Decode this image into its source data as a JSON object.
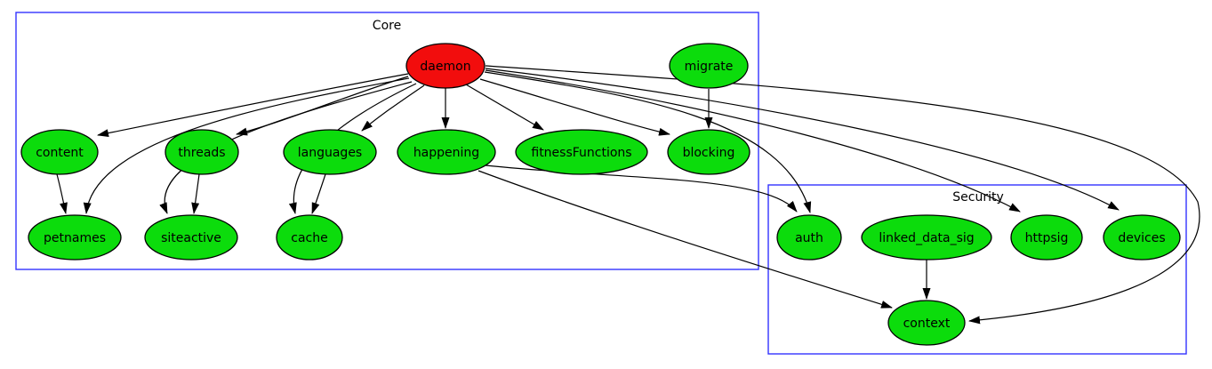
{
  "diagram": {
    "type": "dependency-graph",
    "clusters": [
      {
        "id": "core",
        "label": "Core"
      },
      {
        "id": "security",
        "label": "Security"
      }
    ],
    "nodes": [
      {
        "id": "daemon",
        "label": "daemon",
        "cluster": "Core",
        "fill": "#f20d0d"
      },
      {
        "id": "migrate",
        "label": "migrate",
        "cluster": "Core",
        "fill": "#0cdc0c"
      },
      {
        "id": "content",
        "label": "content",
        "cluster": "Core",
        "fill": "#0cdc0c"
      },
      {
        "id": "threads",
        "label": "threads",
        "cluster": "Core",
        "fill": "#0cdc0c"
      },
      {
        "id": "languages",
        "label": "languages",
        "cluster": "Core",
        "fill": "#0cdc0c"
      },
      {
        "id": "happening",
        "label": "happening",
        "cluster": "Core",
        "fill": "#0cdc0c"
      },
      {
        "id": "fitnessFunctions",
        "label": "fitnessFunctions",
        "cluster": "Core",
        "fill": "#0cdc0c"
      },
      {
        "id": "blocking",
        "label": "blocking",
        "cluster": "Core",
        "fill": "#0cdc0c"
      },
      {
        "id": "petnames",
        "label": "petnames",
        "cluster": "Core",
        "fill": "#0cdc0c"
      },
      {
        "id": "siteactive",
        "label": "siteactive",
        "cluster": "Core",
        "fill": "#0cdc0c"
      },
      {
        "id": "cache",
        "label": "cache",
        "cluster": "Core",
        "fill": "#0cdc0c"
      },
      {
        "id": "auth",
        "label": "auth",
        "cluster": "Security",
        "fill": "#0cdc0c"
      },
      {
        "id": "linked_data_sig",
        "label": "linked_data_sig",
        "cluster": "Security",
        "fill": "#0cdc0c"
      },
      {
        "id": "httpsig",
        "label": "httpsig",
        "cluster": "Security",
        "fill": "#0cdc0c"
      },
      {
        "id": "devices",
        "label": "devices",
        "cluster": "Security",
        "fill": "#0cdc0c"
      },
      {
        "id": "context",
        "label": "context",
        "cluster": "Security",
        "fill": "#0cdc0c"
      }
    ],
    "edges": [
      {
        "from": "daemon",
        "to": "content"
      },
      {
        "from": "daemon",
        "to": "threads"
      },
      {
        "from": "daemon",
        "to": "languages"
      },
      {
        "from": "daemon",
        "to": "happening"
      },
      {
        "from": "daemon",
        "to": "fitnessFunctions"
      },
      {
        "from": "daemon",
        "to": "blocking"
      },
      {
        "from": "daemon",
        "to": "petnames"
      },
      {
        "from": "daemon",
        "to": "siteactive"
      },
      {
        "from": "daemon",
        "to": "cache"
      },
      {
        "from": "daemon",
        "to": "auth"
      },
      {
        "from": "daemon",
        "to": "httpsig"
      },
      {
        "from": "daemon",
        "to": "devices"
      },
      {
        "from": "daemon",
        "to": "context"
      },
      {
        "from": "migrate",
        "to": "blocking"
      },
      {
        "from": "content",
        "to": "petnames"
      },
      {
        "from": "threads",
        "to": "siteactive"
      },
      {
        "from": "languages",
        "to": "cache"
      },
      {
        "from": "happening",
        "to": "auth"
      },
      {
        "from": "happening",
        "to": "context"
      },
      {
        "from": "linked_data_sig",
        "to": "context"
      }
    ]
  },
  "colors": {
    "node_green": "#0cdc0c",
    "node_red": "#f20d0d",
    "cluster_border": "#3333ff",
    "node_border": "#000000",
    "edge": "#000000"
  }
}
